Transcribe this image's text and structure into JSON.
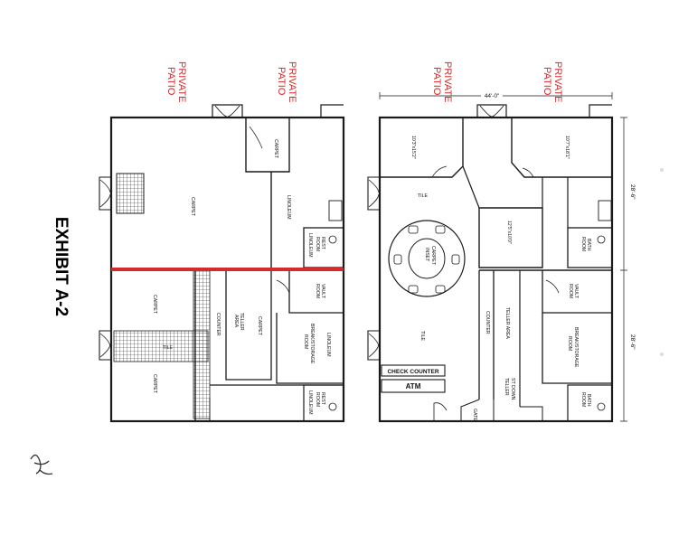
{
  "title": "EXHIBIT A-2",
  "colors": {
    "line": "#1a1a1a",
    "accent": "#d42a2a",
    "paper": "#ffffff"
  },
  "left_plan": {
    "patio_left": [
      "PRIVATE",
      "PATIO"
    ],
    "patio_right": [
      "PRIVATE",
      "PATIO"
    ],
    "labels": {
      "carpet_main": "CARPET",
      "carpet_small": "CARPET",
      "linoleum_upper": "LINOLEUM",
      "rest_room": [
        "REST",
        "ROOM"
      ],
      "linoleum_restroom": "LINOLEUM",
      "carpet_mid": "CARPET",
      "carpet_lower": "CARPET",
      "counter": "COUNTER",
      "teller_area": [
        "TELLER",
        "AREA"
      ],
      "carpet_teller": "CARPET",
      "vault_room": [
        "VAULT",
        "ROOM"
      ],
      "linoleum_break": "LINOLEUM",
      "break_room": [
        "BREAK/STORAGE",
        "ROOM"
      ],
      "tile": "TILE",
      "rest_room_2": [
        "REST",
        "ROOM"
      ],
      "linoleum_restroom_2": "LINOLEUM"
    }
  },
  "right_plan": {
    "patio_left": [
      "PRIVATE",
      "PATIO"
    ],
    "patio_right": [
      "PRIVATE",
      "PATIO"
    ],
    "dimension_top": "44'-0\"",
    "dimension_right_upper": "28'-6\"",
    "dimension_right_lower": "28'-6\"",
    "labels": {
      "office_1": "10'3\"x15'2\"",
      "office_2": "10'7\"x18'1\"",
      "office_3": "12'5\"x10'0\"",
      "tile_upper": "TILE",
      "carpet_inset": [
        "CARPET",
        "INSET"
      ],
      "bath_room_1": [
        "BATH",
        "ROOM"
      ],
      "tile_lower": "TILE",
      "counter": "COUNTER",
      "teller_area": "TELLER AREA",
      "vault_room": [
        "VAULT",
        "ROOM"
      ],
      "break_room": [
        "BREAK/STORAGE",
        "ROOM"
      ],
      "check_counter": "CHECK COUNTER",
      "atm": "ATM",
      "stand_down_teller": [
        "ST DOWN",
        "TELLER"
      ],
      "gate": "GATE",
      "bath_room_2": [
        "BATH",
        "ROOM"
      ]
    }
  }
}
